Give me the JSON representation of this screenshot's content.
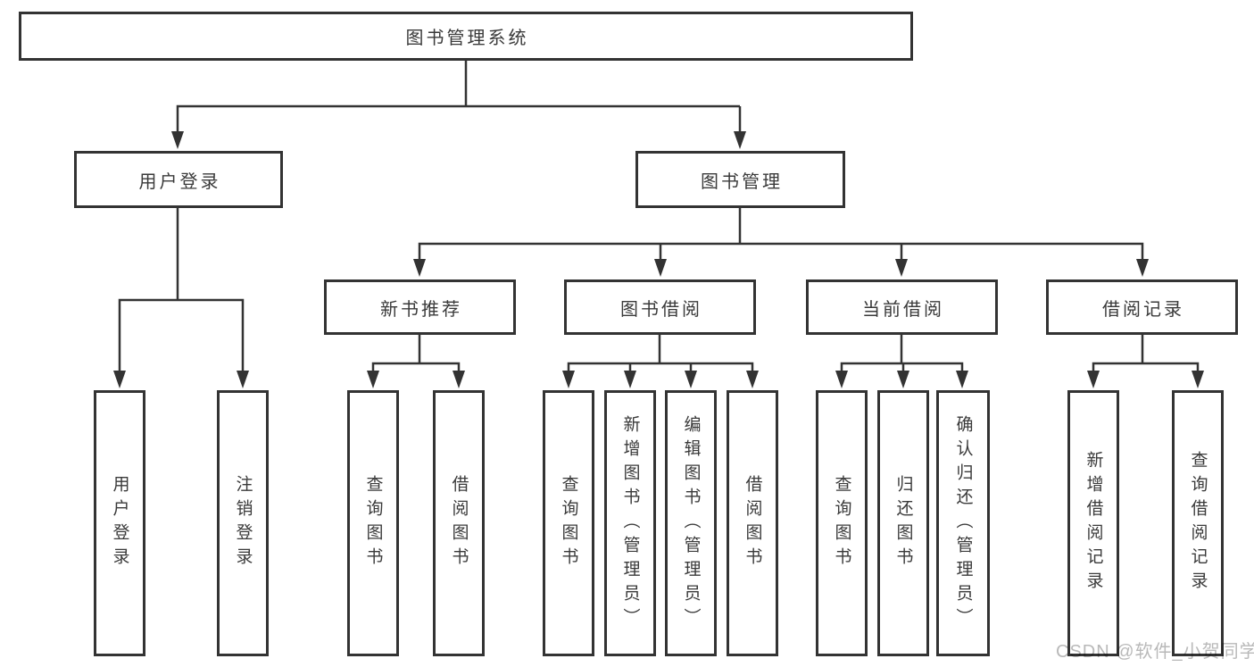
{
  "diagram": {
    "tree": {
      "root": "图书管理系统",
      "children": [
        {
          "label": "用户登录",
          "children": [
            "用户登录",
            "注销登录"
          ]
        },
        {
          "label": "图书管理",
          "children": [
            {
              "label": "新书推荐",
              "children": [
                "查询图书",
                "借阅图书"
              ]
            },
            {
              "label": "图书借阅",
              "children": [
                "查询图书",
                "新增图书（管理员）",
                "编辑图书（管理员）",
                "借阅图书"
              ]
            },
            {
              "label": "当前借阅",
              "children": [
                "查询图书",
                "归还图书",
                "确认归还（管理员）"
              ]
            },
            {
              "label": "借阅记录",
              "children": [
                "新增借阅记录",
                "查询借阅记录"
              ]
            }
          ]
        }
      ]
    },
    "colors": {
      "line": "#333333",
      "box_border": "#333333",
      "text": "#3a3a3a",
      "background": "#ffffff",
      "watermark": "#b9b9b9"
    }
  },
  "watermark": {
    "text": "CSDN @软件_小贺同学"
  }
}
